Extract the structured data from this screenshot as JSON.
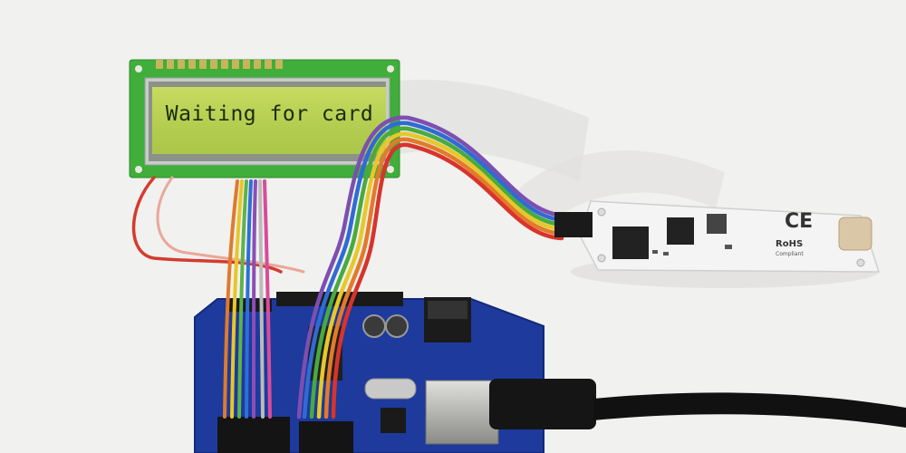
{
  "lcd": {
    "text": "Waiting for card"
  },
  "rfid_module": {
    "ce_mark": "CE",
    "rohs": "RoHS",
    "compliant": "Compliant"
  },
  "colors": {
    "background": "#f1f1ef",
    "lcd_pcb": "#3fae3a",
    "lcd_screen": "#b7d052",
    "arduino_board": "#1d3a9c",
    "rfid_board": "#f4f4f4"
  }
}
